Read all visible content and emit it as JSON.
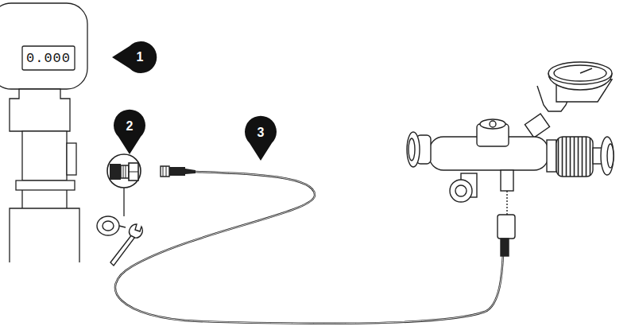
{
  "diagram": {
    "labels": [
      "0.000",
      "1",
      "2",
      "3"
    ]
  }
}
